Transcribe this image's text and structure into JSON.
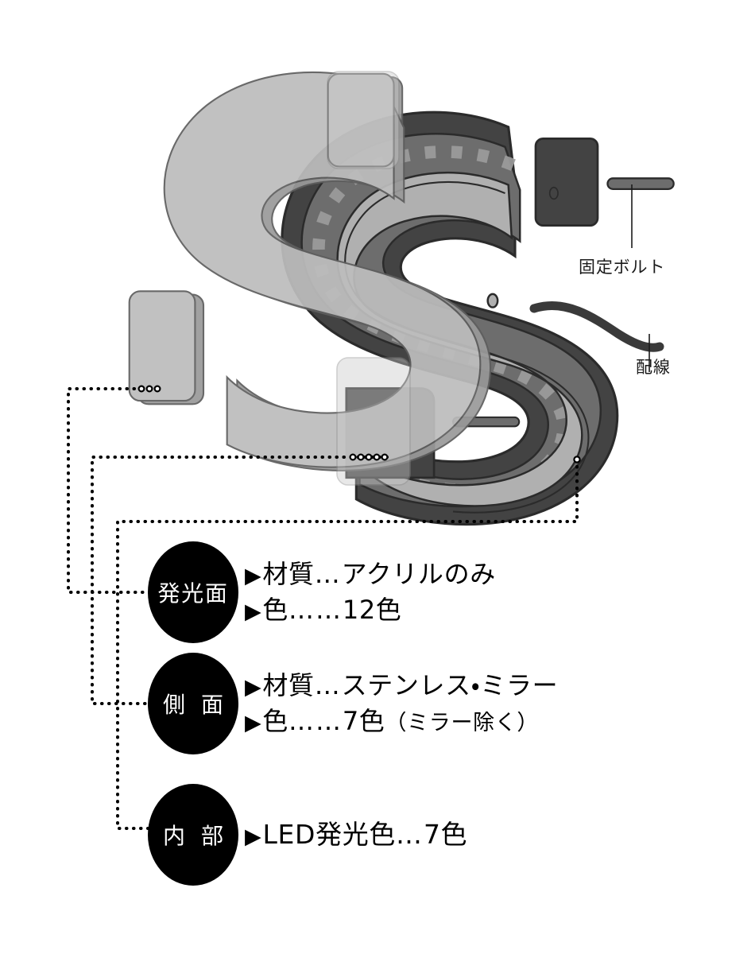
{
  "diagram": {
    "title_semantic": "LED発光文字 構造説明図",
    "callouts": [
      {
        "id": "bolt",
        "label": "固定ボルト"
      },
      {
        "id": "wire",
        "label": "配線"
      }
    ],
    "legend": [
      {
        "badge": "発光面",
        "lines": [
          {
            "bullet": "▶",
            "label": "材質",
            "leader": "…",
            "value": "アクリルのみ",
            "note": ""
          },
          {
            "bullet": "▶",
            "label": "色",
            "leader": "……",
            "value": "12色",
            "note": ""
          }
        ]
      },
      {
        "badge": "側 面",
        "lines": [
          {
            "bullet": "▶",
            "label": "材質",
            "leader": "…",
            "value": "ステンレス・ミラー",
            "note": ""
          },
          {
            "bullet": "▶",
            "label": "色",
            "leader": "……",
            "value": "7色",
            "note": "（ミラー除く）"
          }
        ]
      },
      {
        "badge": "内 部",
        "lines": [
          {
            "bullet": "▶",
            "label": "LED発光色",
            "leader": "…",
            "value": "7色",
            "note": ""
          }
        ]
      }
    ],
    "colors": {
      "acrylic_face_light": "#b5b5b5",
      "acrylic_face_light_edge": "#9a9a9a",
      "stainless_side_dark": "#434343",
      "led_channel_mid": "#6d6d6d",
      "led_dash_light": "#9c9c9c",
      "inner_face_light": "#b0b0b0",
      "outline": "#2b2b2b",
      "wire": "#3a3a3a",
      "badge_fill": "#000000",
      "badge_text": "#ffffff",
      "leader_dot": "#000000",
      "background": "#ffffff"
    }
  }
}
